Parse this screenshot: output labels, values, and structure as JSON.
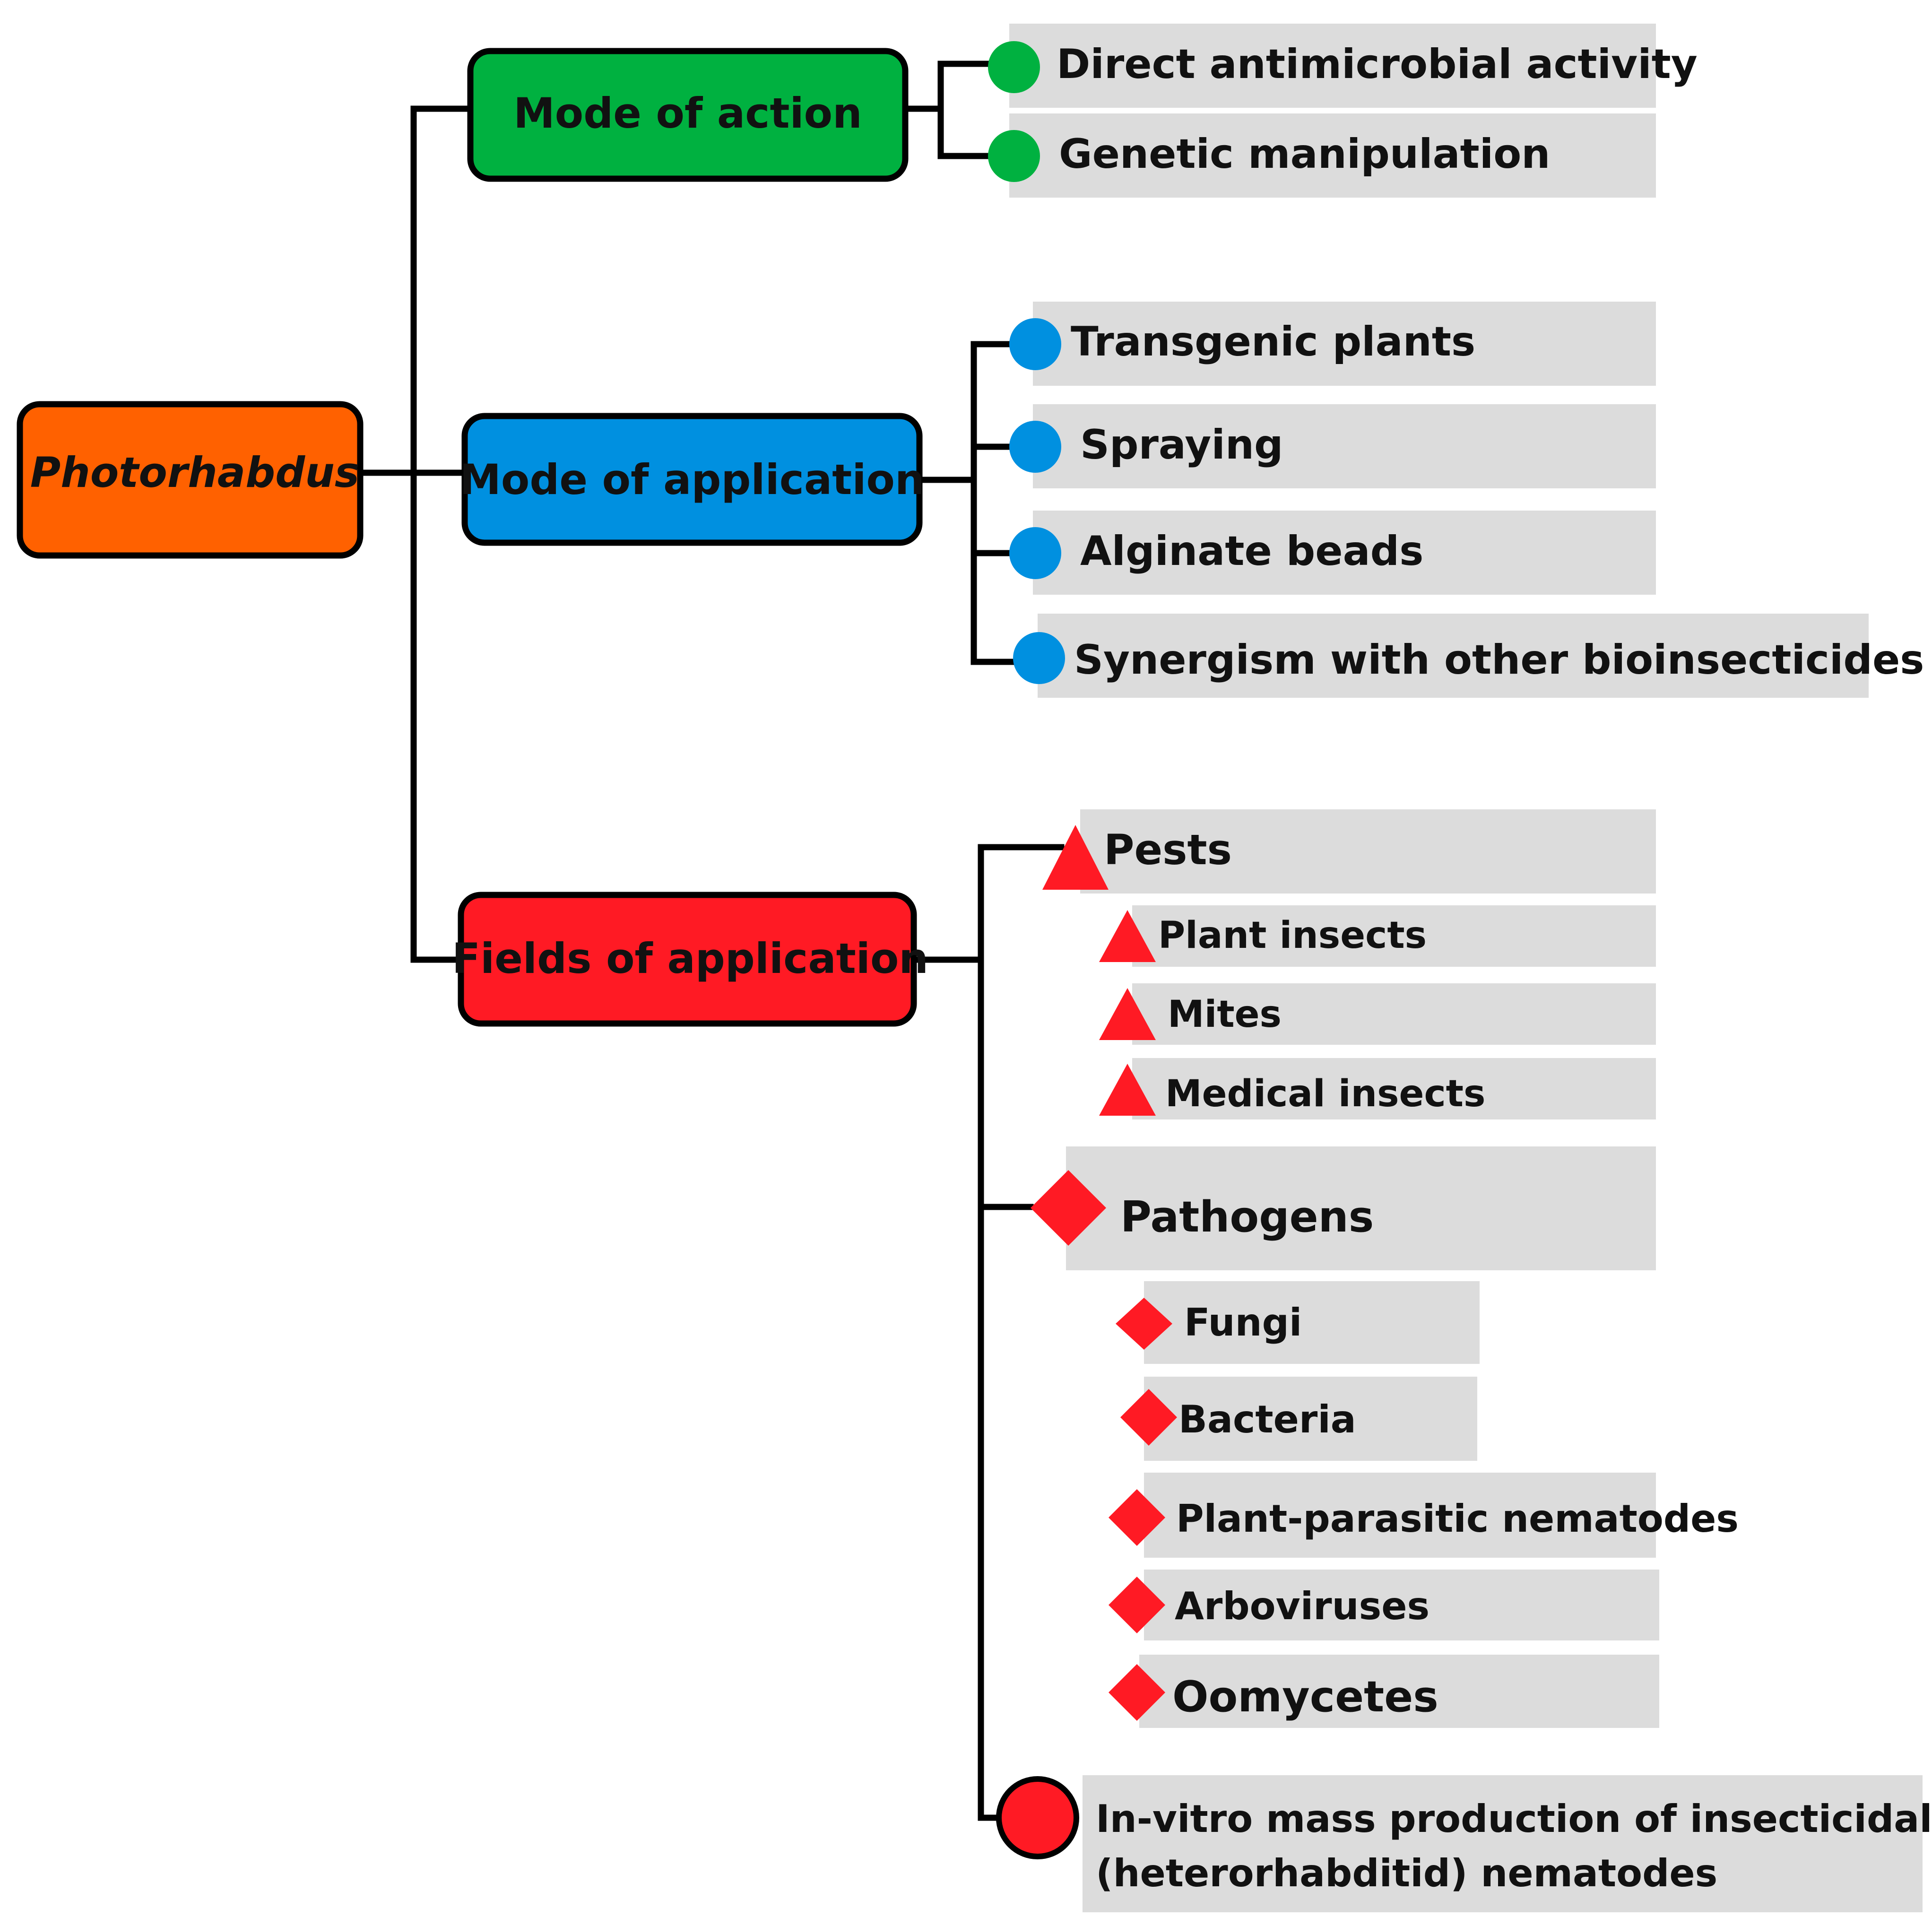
{
  "root": {
    "label": "Photorhabdus",
    "color": "#ff6100"
  },
  "branches": [
    {
      "label": "Mode of action",
      "color": "#00b140",
      "marker": "circle",
      "marker_color": "#00b140",
      "items": [
        {
          "label": "Direct antimicrobial activity"
        },
        {
          "label": "Genetic manipulation"
        }
      ]
    },
    {
      "label": "Mode of application",
      "color": "#0090e0",
      "marker": "circle",
      "marker_color": "#0090e0",
      "items": [
        {
          "label": "Transgenic plants"
        },
        {
          "label": "Spraying"
        },
        {
          "label": "Alginate beads"
        },
        {
          "label": "Synergism with other bioinsecticides"
        }
      ]
    },
    {
      "label": "Fields of application",
      "color": "#ff1a24",
      "groups": [
        {
          "label": "Pests",
          "marker": "triangle",
          "children": [
            "Plant insects",
            "Mites",
            "Medical insects"
          ]
        },
        {
          "label": "Pathogens",
          "marker": "diamond",
          "children": [
            "Fungi",
            "Bacteria",
            "Plant-parasitic nematodes",
            "Arboviruses",
            "Oomycetes"
          ]
        },
        {
          "label_lines": [
            "In-vitro mass production of insecticidal",
            "(heterorhabditid) nematodes"
          ],
          "marker": "circle-outlined",
          "children": []
        }
      ]
    }
  ],
  "marker_red": "#ff1a24",
  "leaf_bg": "#dcdcdc"
}
